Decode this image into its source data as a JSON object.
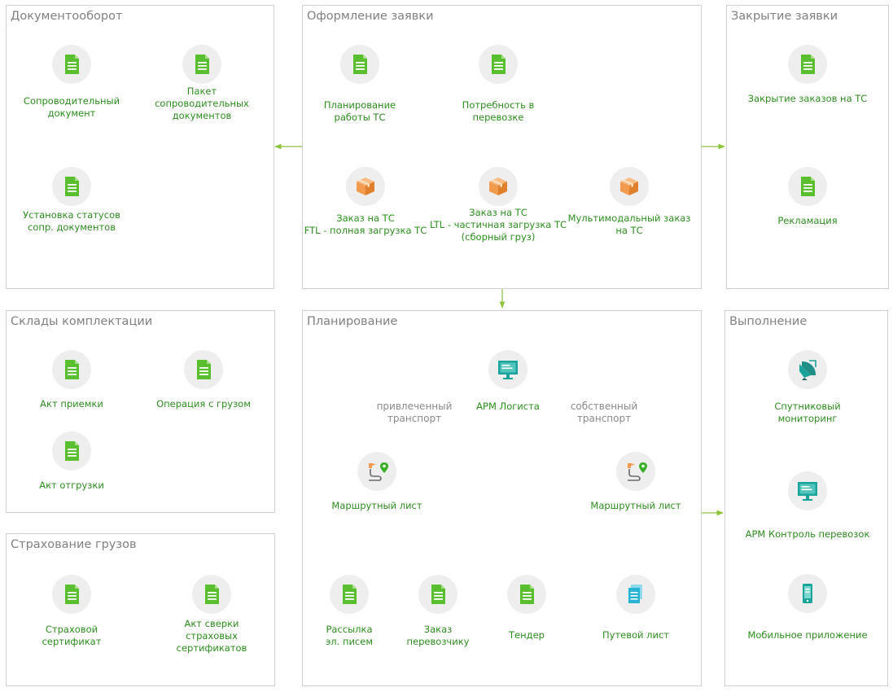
{
  "colors": {
    "accent": "#8cc43c",
    "label": "#2c8c1e",
    "title": "#808080",
    "border": "#cfcfcf",
    "doc": "#5abf2e",
    "box": "#f29b4e",
    "monitor": "#1aa39b",
    "cyan": "#27b4d4"
  },
  "panels": {
    "docflow": "Документооборот",
    "order": "Оформление заявки",
    "closing": "Закрытие заявки",
    "warehouses": "Склады комплектации",
    "planning": "Планирование",
    "execution": "Выполнение",
    "insurance": "Страхование грузов"
  },
  "nodes": {
    "soprov_doc": {
      "label": "Сопроводительный\nдокумент",
      "icon": "document-icon"
    },
    "paket": {
      "label": "Пакет\nсопроводительных\nдокументов",
      "icon": "document-icon"
    },
    "ustanovka": {
      "label": "Установка статусов\nсопр. документов",
      "icon": "document-icon"
    },
    "planirovanie_ts": {
      "label": "Планирование\nработы ТС",
      "icon": "document-icon"
    },
    "potrebnost": {
      "label": "Потребность в\nперевозке",
      "icon": "document-icon"
    },
    "ftl": {
      "label": "Заказ на ТС\nFTL - полная загрузка ТС",
      "icon": "box-icon"
    },
    "ltl": {
      "label": "Заказ на ТС\nLTL - частичная загрузка ТС\n(сборный груз)",
      "icon": "box-icon"
    },
    "multimodal": {
      "label": "Мультимодальный заказ\nна ТС",
      "icon": "box-icon"
    },
    "zakrytie": {
      "label": "Закрытие заказов на ТС",
      "icon": "document-icon"
    },
    "reklamaciya": {
      "label": "Рекламация",
      "icon": "document-icon"
    },
    "akt_priemki": {
      "label": "Акт приемки",
      "icon": "document-icon"
    },
    "operaciya": {
      "label": "Операция с грузом",
      "icon": "document-icon"
    },
    "akt_otgruzki": {
      "label": "Акт отгрузки",
      "icon": "document-icon"
    },
    "arm_logista": {
      "label": "АРМ Логиста",
      "icon": "monitor-icon"
    },
    "marshrut_left": {
      "label": "Маршрутный лист",
      "icon": "route-icon"
    },
    "marshrut_right": {
      "label": "Маршрутный лист",
      "icon": "route-icon"
    },
    "rassylka": {
      "label": "Рассылка\nэл. писем",
      "icon": "document-icon"
    },
    "zakaz_perevozchiku": {
      "label": "Заказ\nперевозчику",
      "icon": "document-icon"
    },
    "tender": {
      "label": "Тендер",
      "icon": "document-icon"
    },
    "putevoy": {
      "label": "Путевой лист",
      "icon": "copy-document-icon"
    },
    "sputnik": {
      "label": "Спутниковый\nмониторинг",
      "icon": "satellite-icon"
    },
    "arm_kontrol": {
      "label": "АРМ Контроль перевозок",
      "icon": "monitor-icon"
    },
    "mobile": {
      "label": "Мобильное приложение",
      "icon": "mobile-icon"
    },
    "strah_sert": {
      "label": "Страховой\nсертификат",
      "icon": "document-icon"
    },
    "akt_sverki": {
      "label": "Акт сверки\nстраховых\nсертификатов",
      "icon": "document-icon"
    }
  },
  "groups": {
    "privlechenny": "привлеченный\nтранспорт",
    "sobstvenny": "собственный\nтранспорт"
  }
}
